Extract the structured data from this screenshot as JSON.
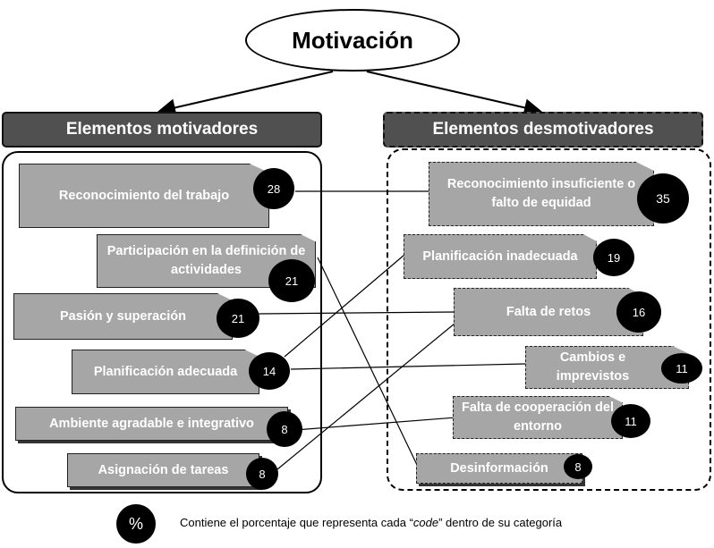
{
  "title": "Motivación",
  "left_header": "Elementos motivadores",
  "right_header": "Elementos desmotivadores",
  "motivadores": [
    {
      "label": "Reconocimiento del trabajo",
      "value": "28"
    },
    {
      "label": "Participación en la definición de actividades",
      "value": "21"
    },
    {
      "label": "Pasión y superación",
      "value": "21"
    },
    {
      "label": "Planificación adecuada",
      "value": "14"
    },
    {
      "label": "Ambiente agradable e integrativo",
      "value": "8"
    },
    {
      "label": "Asignación de tareas",
      "value": "8"
    }
  ],
  "desmotivadores": [
    {
      "label": "Reconocimiento insuficiente o falto de equidad",
      "value": "35"
    },
    {
      "label": "Planificación inadecuada",
      "value": "19"
    },
    {
      "label": "Falta de retos",
      "value": "16"
    },
    {
      "label": "Cambios e imprevistos",
      "value": "11"
    },
    {
      "label": "Falta de cooperación del entorno",
      "value": "11"
    },
    {
      "label": "Desinformación",
      "value": "8"
    }
  ],
  "legend": {
    "symbol": "%",
    "text_before": "Contiene el porcentaje que representa cada “",
    "code_word": "code",
    "text_after": "” dentro de su categoría"
  }
}
